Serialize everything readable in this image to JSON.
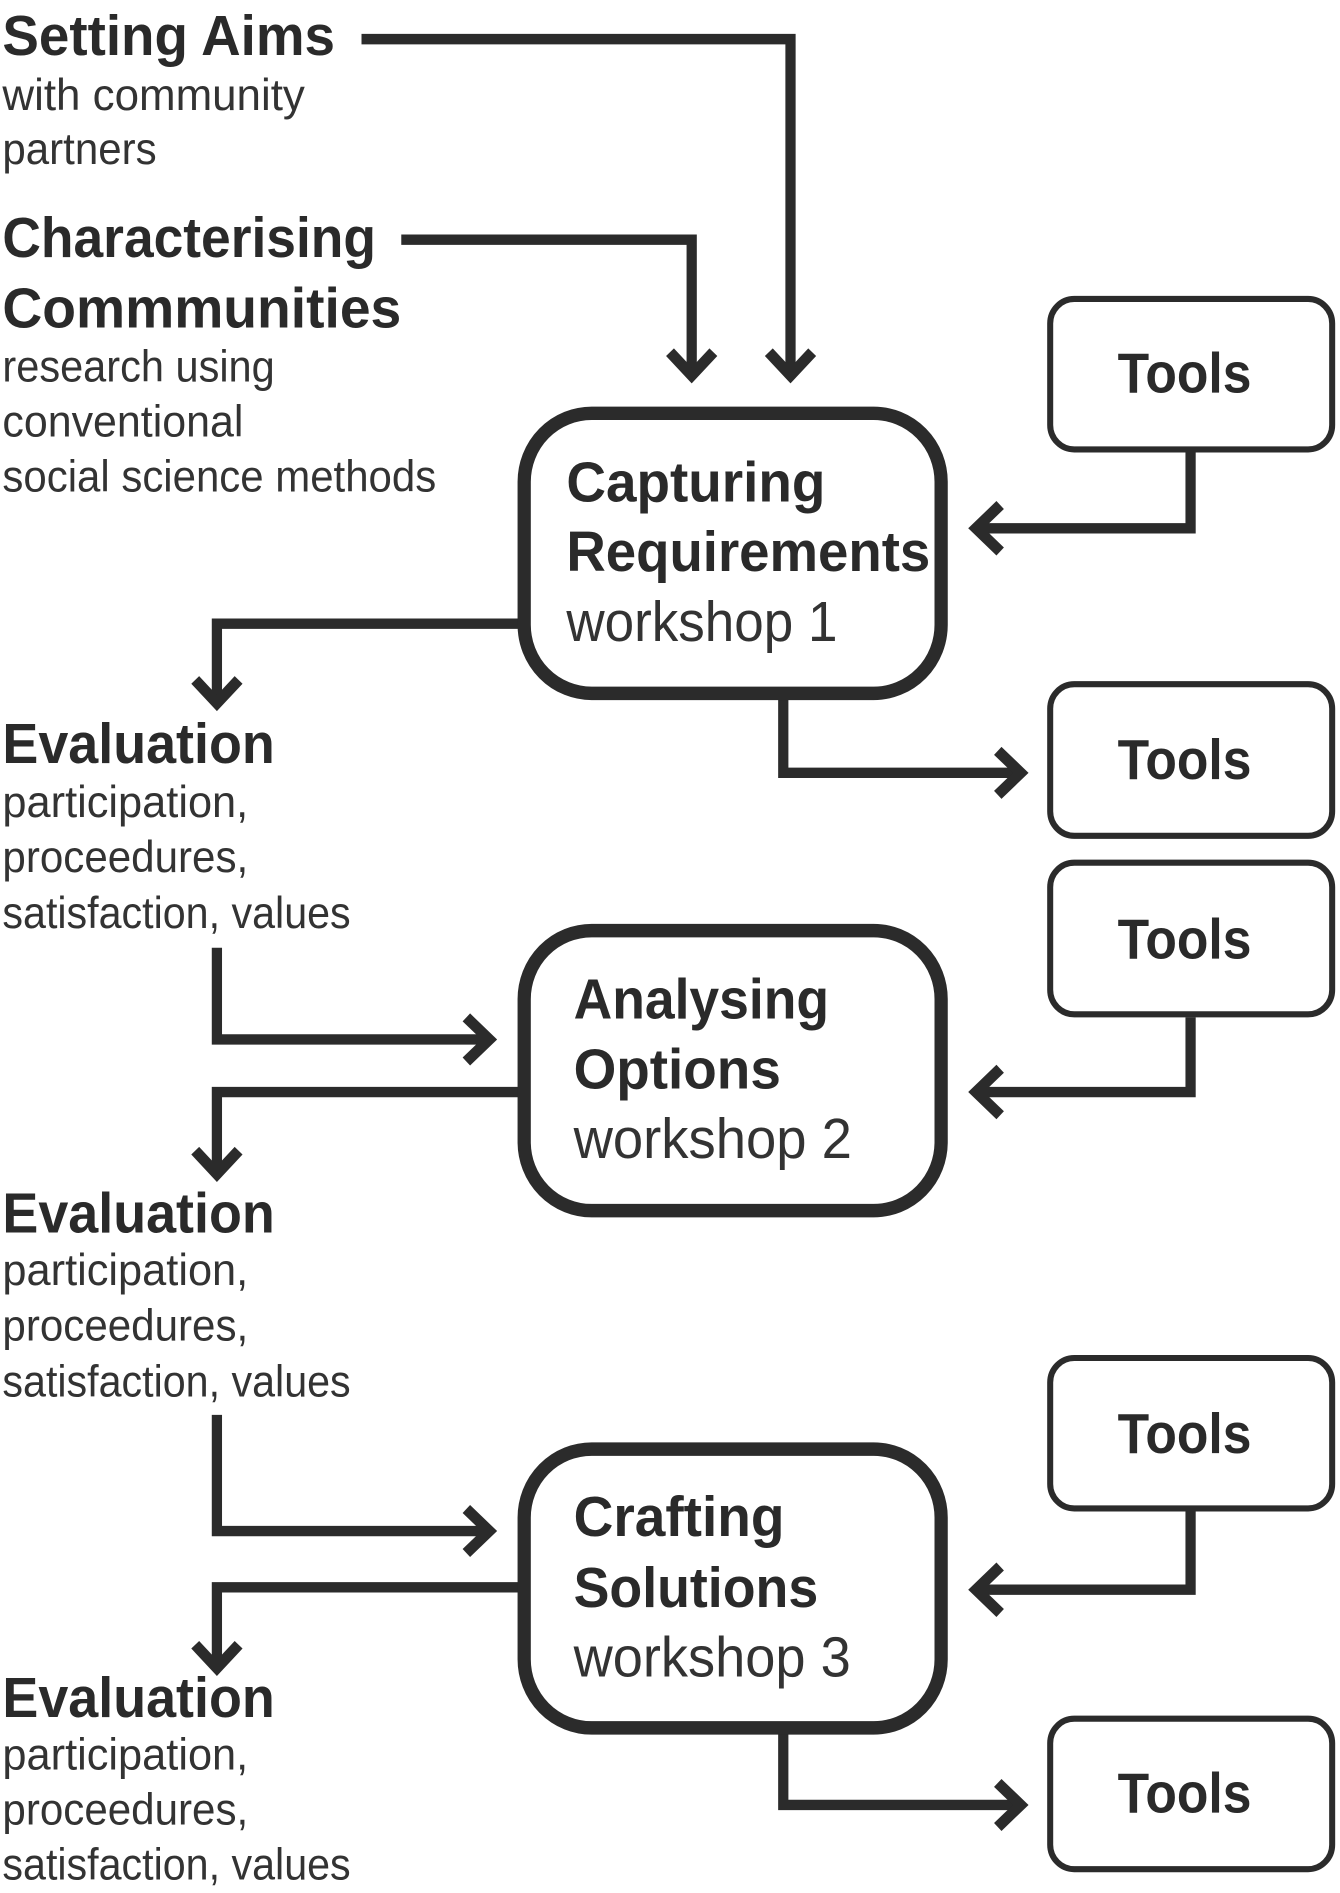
{
  "inputs": {
    "setting_aims": {
      "title": "Setting Aims",
      "lines": [
        "with community",
        "partners"
      ]
    },
    "characterising": {
      "title_lines": [
        "Characterising",
        "Commmunities"
      ],
      "lines": [
        "research using",
        "conventional",
        "social science methods"
      ]
    }
  },
  "workshops": [
    {
      "title_lines": [
        "Capturing",
        "Requirements"
      ],
      "subtitle": "workshop 1"
    },
    {
      "title_lines": [
        "Analysing",
        "Options"
      ],
      "subtitle": "workshop 2"
    },
    {
      "title_lines": [
        "Crafting",
        "Solutions"
      ],
      "subtitle": "workshop 3"
    }
  ],
  "tools": [
    "Tools",
    "Tools",
    "Tools",
    "Tools",
    "Tools"
  ],
  "evaluations": [
    {
      "title": "Evaluation",
      "lines": [
        "participation,",
        "proceedures,",
        "satisfaction, values"
      ]
    },
    {
      "title": "Evaluation",
      "lines": [
        "participation,",
        "proceedures,",
        "satisfaction, values"
      ]
    },
    {
      "title": "Evaluation",
      "lines": [
        "participation,",
        "proceedures,",
        "satisfaction, values"
      ]
    }
  ],
  "colors": {
    "ink": "#2b2b2b",
    "background": "#ffffff"
  }
}
